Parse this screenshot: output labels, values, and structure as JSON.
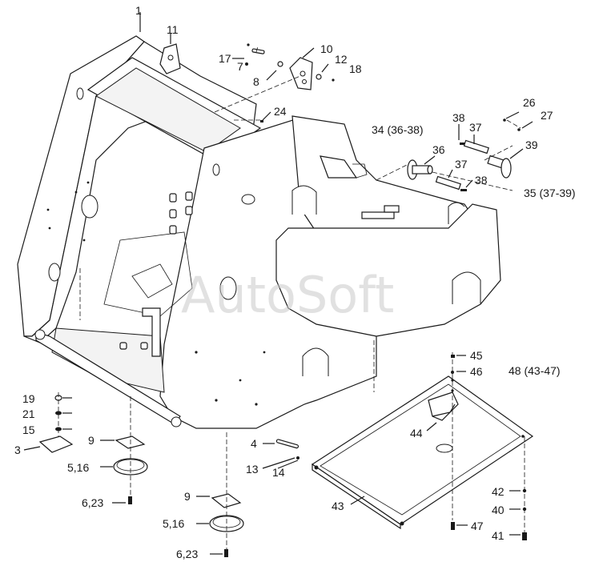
{
  "watermark": "AutoSoft",
  "callouts": {
    "c1": "1",
    "c11": "11",
    "c17": "17",
    "c7": "7",
    "c10": "10",
    "c8": "8",
    "c12": "12",
    "c18": "18",
    "c24": "24",
    "c34": "34 (36-38)",
    "c38a": "38",
    "c37a": "37",
    "c26": "26",
    "c27": "27",
    "c36": "36",
    "c39": "39",
    "c37b": "37",
    "c38b": "38",
    "c35": "35 (37-39)",
    "c45": "45",
    "c46": "46",
    "c48": "48 (43-47)",
    "c19": "19",
    "c21": "21",
    "c15": "15",
    "c3": "3",
    "c9a": "9",
    "c516a": "5,16",
    "c623a": "6,23",
    "c4": "4",
    "c13": "13",
    "c14": "14",
    "c44": "44",
    "c9b": "9",
    "c516b": "5,16",
    "c623b": "6,23",
    "c43": "43",
    "c42": "42",
    "c40": "40",
    "c47": "47",
    "c41": "41"
  }
}
